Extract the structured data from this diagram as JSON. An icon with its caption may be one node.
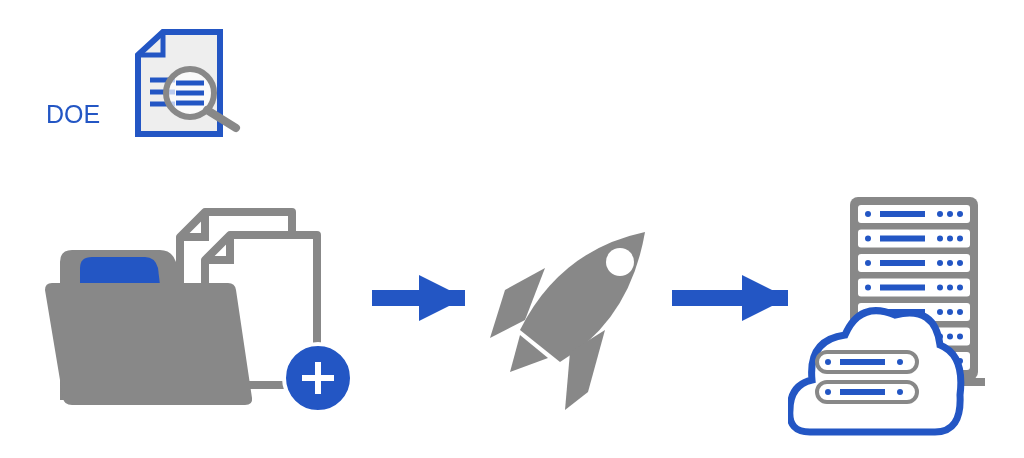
{
  "diagram": {
    "nodes": [
      {
        "text": [],
        "shape": "picture"
      },
      {
        "text": [],
        "shape": "picture"
      },
      {
        "text": [],
        "shape": "picture"
      }
    ],
    "edges": [
      {
        "from": 0,
        "to": 1,
        "arrow": "to"
      },
      {
        "from": 1,
        "to": 2,
        "arrow": "to"
      }
    ],
    "labels": [
      "DOE"
    ]
  }
}
